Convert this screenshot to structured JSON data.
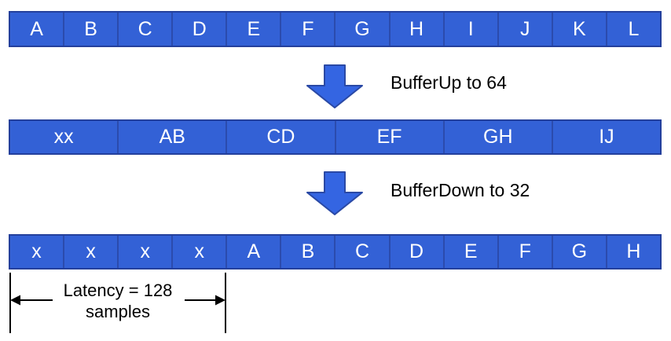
{
  "diagram": {
    "rows": [
      {
        "name": "input-buffer-32",
        "cells": [
          "A",
          "B",
          "C",
          "D",
          "E",
          "F",
          "G",
          "H",
          "I",
          "J",
          "K",
          "L"
        ]
      },
      {
        "name": "buffered-up-64",
        "cells": [
          "xx",
          "AB",
          "CD",
          "EF",
          "GH",
          "IJ"
        ]
      },
      {
        "name": "buffered-down-32",
        "cells": [
          "x",
          "x",
          "x",
          "x",
          "A",
          "B",
          "C",
          "D",
          "E",
          "F",
          "G",
          "H"
        ]
      }
    ],
    "steps": [
      {
        "label": "BufferUp to 64"
      },
      {
        "label": "BufferDown to 32"
      }
    ],
    "latency": {
      "line1": "Latency = 128",
      "line2": "samples"
    },
    "colors": {
      "cell_fill": "#3361d6",
      "cell_border": "#2b4bad",
      "row_border": "#24409c",
      "arrow_fill": "#3465e2",
      "arrow_border": "#2a49a5",
      "text": "#000000"
    }
  }
}
